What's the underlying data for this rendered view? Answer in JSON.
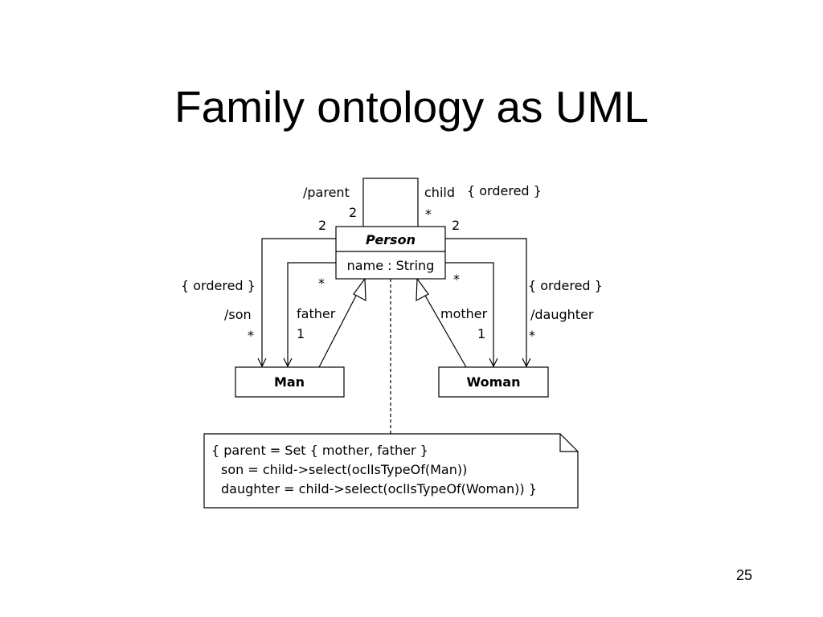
{
  "slide": {
    "title": "Family ontology as UML",
    "page_number": "25"
  },
  "diagram": {
    "classes": {
      "person": {
        "name": "Person",
        "attribute": "name : String"
      },
      "man": {
        "name": "Man"
      },
      "woman": {
        "name": "Woman"
      }
    },
    "self_association": {
      "left_role": "/parent",
      "left_multiplicity": "2",
      "right_role": "child",
      "right_multiplicity": "*",
      "right_constraint": "{ ordered }"
    },
    "son_association": {
      "person_multiplicity": "2",
      "constraint": "{ ordered }",
      "role": "/son",
      "multiplicity": "*"
    },
    "father_association": {
      "person_multiplicity": "*",
      "role": "father",
      "multiplicity": "1"
    },
    "mother_association": {
      "person_multiplicity": "*",
      "role": "mother",
      "multiplicity": "1"
    },
    "daughter_association": {
      "person_multiplicity": "2",
      "constraint": "{ ordered }",
      "role": "/daughter",
      "multiplicity": "*"
    },
    "note": {
      "line1": "{ parent = Set { mother, father }",
      "line2": "son = child->select(oclIsTypeOf(Man))",
      "line3": "daughter = child->select(oclIsTypeOf(Woman)) }"
    }
  }
}
